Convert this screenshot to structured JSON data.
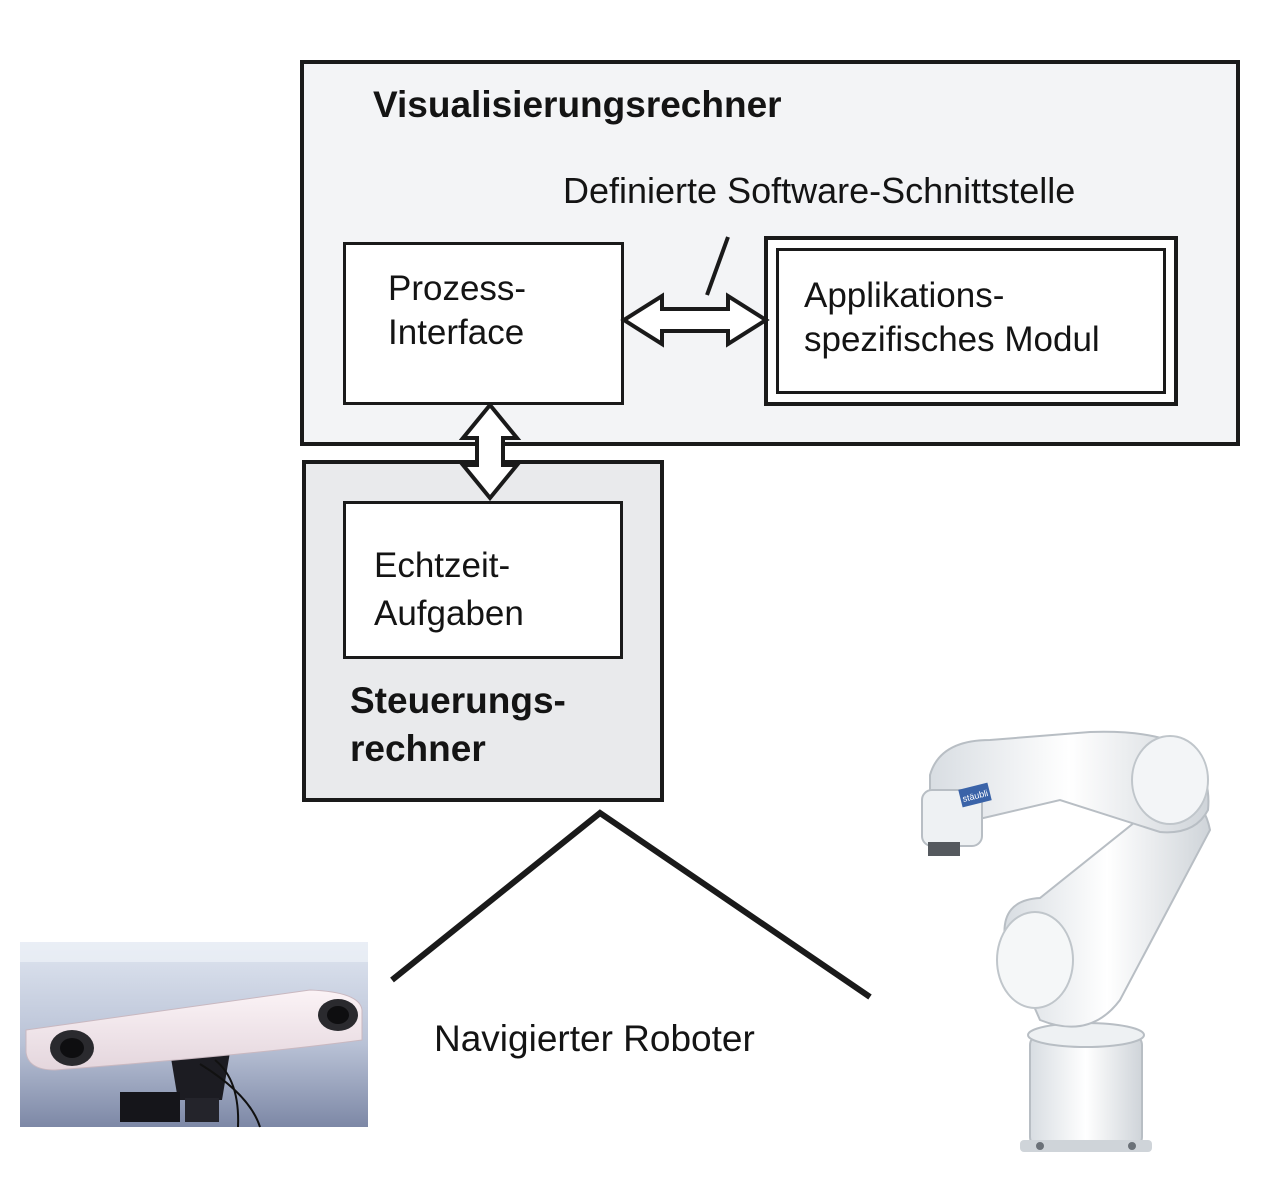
{
  "visual_computer": {
    "title": "Visualisierungsrechner"
  },
  "interface_note": "Definierte Software-Schnittstelle",
  "process_interface": {
    "line1": "Prozess-",
    "line2": "Interface"
  },
  "app_module": {
    "line1": "Applikations-",
    "line2": "spezifisches Modul"
  },
  "realtime_tasks": {
    "line1": "Echtzeit-",
    "line2": "Aufgaben"
  },
  "control_computer": {
    "line1": "Steuerungs-",
    "line2": "rechner"
  },
  "robot_label": "Navigierter Roboter",
  "robot_brand": "stäubli",
  "icons": [
    "stereo-camera-icon",
    "robot-arm-icon",
    "double-arrow-icon"
  ],
  "colors": {
    "outline": "#1a1a1a",
    "visual_bg": "#f3f4f6",
    "control_bg": "#e9eaec"
  }
}
